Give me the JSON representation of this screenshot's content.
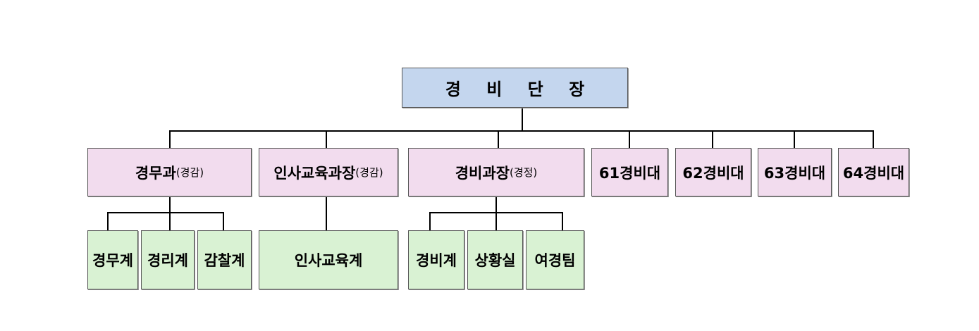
{
  "root": {
    "label": "경 비 단 장"
  },
  "divisions": [
    {
      "label": "경무과",
      "rank": "(경감)"
    },
    {
      "label": "인사교육과장",
      "rank": "(경감)"
    },
    {
      "label": "경비과장",
      "rank": "(경정)"
    },
    {
      "label": "61경비대"
    },
    {
      "label": "62경비대"
    },
    {
      "label": "63경비대"
    },
    {
      "label": "64경비대"
    }
  ],
  "units": [
    {
      "label": "경무계"
    },
    {
      "label": "경리계"
    },
    {
      "label": "감찰계"
    },
    {
      "label": "인사교육계"
    },
    {
      "label": "경비계"
    },
    {
      "label": "상황실"
    },
    {
      "label": "여경팀"
    }
  ],
  "colors": {
    "root_fill": "#c4d6ee",
    "division_fill": "#f2dcee",
    "unit_fill": "#d9f2d3",
    "border": "#555555",
    "connector": "#000000"
  }
}
